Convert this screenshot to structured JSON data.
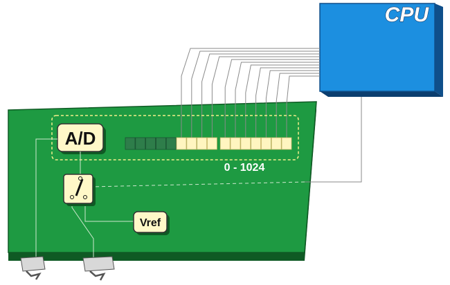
{
  "diagram": {
    "cpu_label": "CPU",
    "adc_label": "A/D",
    "range_label": "0 - 1024",
    "vref_label": "Vref",
    "bits": {
      "total": 16,
      "dark_count": 5,
      "bright_count": 11
    },
    "colors": {
      "board": "#1e9a42",
      "board_side": "#0f5a24",
      "cpu": "#1c8fe0",
      "cpu_side": "#0f4f8a",
      "label_box": "#fff8c8",
      "bit_dark": "#2e7d4a",
      "bit_bright": "#fff5c0",
      "dashed_outline": "#f2f08a",
      "wire": "#8a8a8a"
    }
  }
}
